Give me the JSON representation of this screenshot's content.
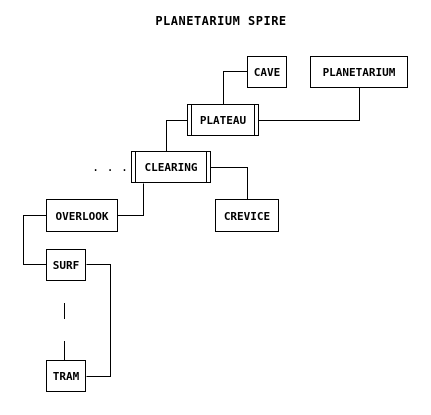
{
  "map": {
    "title": "PLANETARIUM SPIRE",
    "rooms": {
      "cave": "CAVE",
      "planetarium": "PLANETARIUM",
      "plateau": "PLATEAU",
      "clearing": "CLEARING",
      "crevice": "CREVICE",
      "overlook": "OVERLOOK",
      "surf": "SURF",
      "tram": "TRAM"
    },
    "continuation_marker": ". . ."
  }
}
